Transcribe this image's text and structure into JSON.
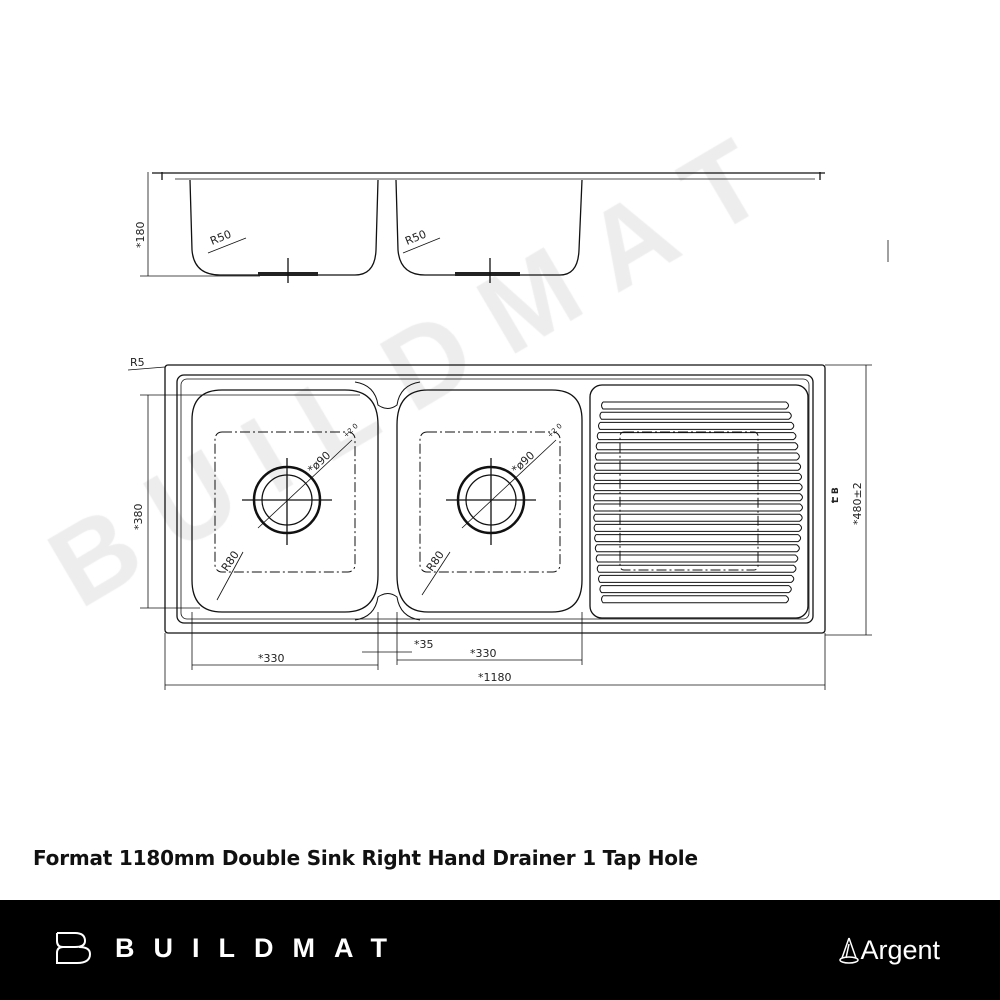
{
  "watermark": "B U I L D M A T",
  "side_view": {
    "depth_label": "*180",
    "radius_left": "R50",
    "radius_right": "R50"
  },
  "plan_view": {
    "corner_radius": "R5",
    "bowl_height": "*380",
    "waste_left": "*ø90",
    "waste_right": "*ø90",
    "waste_tolerance": "+2 0",
    "bowl_radius_left": "R80",
    "bowl_radius_right": "R80",
    "bowl_width_left": "*330",
    "gap": "*35",
    "bowl_width_right": "*330",
    "overall_width": "*1180",
    "overall_depth": "*480±2",
    "marker": "L B"
  },
  "caption": "Format 1180mm Double Sink Right Hand Drainer 1 Tap Hole",
  "footer": {
    "brand": "BUILDMAT",
    "partner": "Argent"
  }
}
